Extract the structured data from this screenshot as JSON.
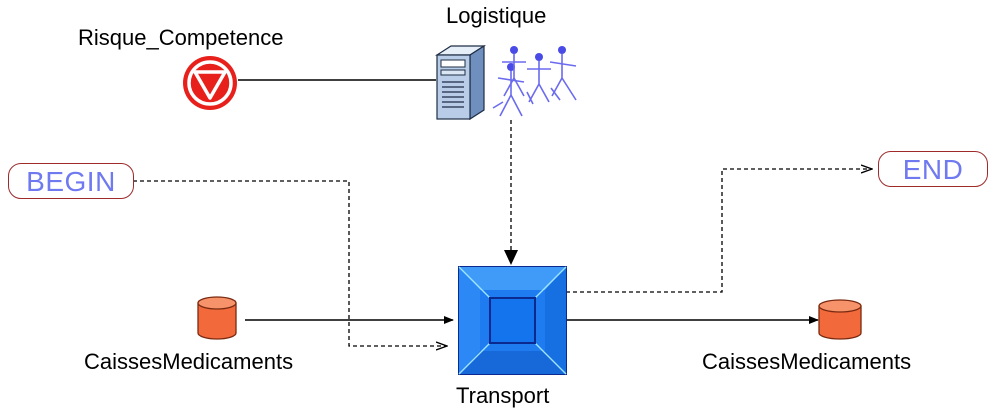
{
  "diagram": {
    "risk": {
      "label": "Risque_Competence",
      "icon": "stop-risk-icon"
    },
    "resource": {
      "label": "Logistique",
      "icons": [
        "server-icon",
        "people-group-icon"
      ]
    },
    "start": {
      "label": "BEGIN"
    },
    "finish": {
      "label": "END"
    },
    "activity": {
      "label": "Transport",
      "icon": "activity-box-icon"
    },
    "input_data": {
      "label": "CaissesMedicaments",
      "icon": "database-cylinder-icon"
    },
    "output_data": {
      "label": "CaissesMedicaments",
      "icon": "database-cylinder-icon"
    },
    "colors": {
      "risk": "#e8201c",
      "activity": "#1e7cf0",
      "data": "#f26a3c",
      "pill_border": "#9e2a2a",
      "pill_text": "#6f79f0",
      "people": "#6b6bf0"
    }
  }
}
